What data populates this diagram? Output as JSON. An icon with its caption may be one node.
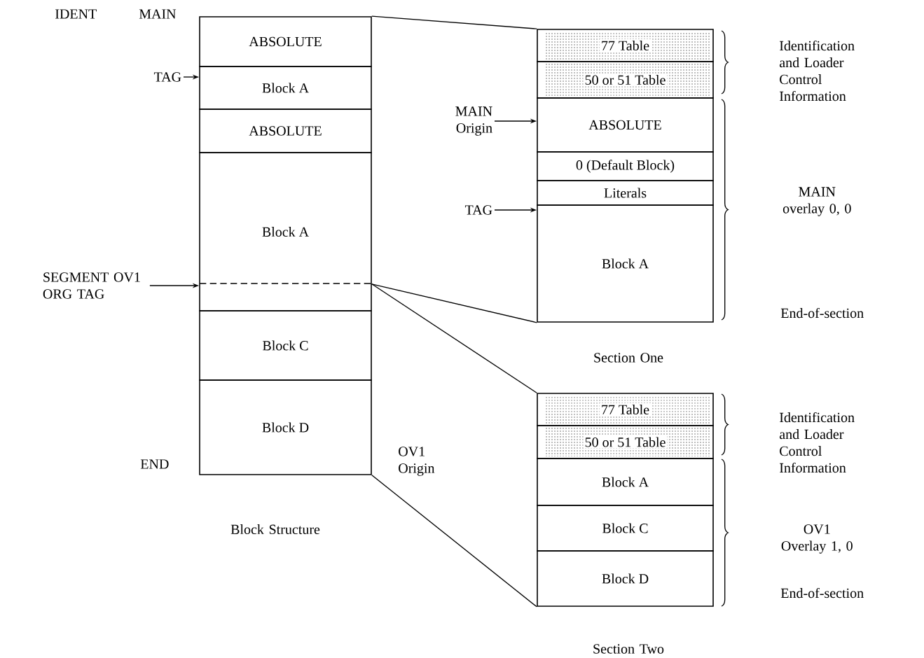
{
  "diagram": {
    "nodes": [
      {
        "text": [
          "ABSOLUTE"
        ]
      },
      {
        "text": [
          "Block A"
        ]
      },
      {
        "text": [
          "ABSOLUTE"
        ]
      },
      {
        "text": [
          "Block A"
        ]
      },
      {
        "text": [
          "Block C"
        ]
      },
      {
        "text": [
          "Block D"
        ]
      },
      {
        "text": [
          "TAG"
        ]
      },
      {
        "text": [
          "SEGMENT OV1 ORG TAG"
        ]
      },
      {
        "text": [
          "77 Table"
        ]
      },
      {
        "text": [
          "50 or 51 Table"
        ]
      },
      {
        "text": [
          "ABSOLUTE"
        ]
      },
      {
        "text": [
          "0 (Default Block)"
        ]
      },
      {
        "text": [
          "Literals"
        ]
      },
      {
        "text": [
          "Block A"
        ]
      },
      {
        "text": [
          "MAIN Origin"
        ]
      },
      {
        "text": [
          "TAG"
        ]
      },
      {
        "text": [
          "77 Table"
        ]
      },
      {
        "text": [
          "50 or 51 Table"
        ]
      },
      {
        "text": [
          "Block A"
        ]
      },
      {
        "text": [
          "Block C"
        ]
      },
      {
        "text": [
          "Block D"
        ]
      }
    ],
    "edges": [
      {
        "from": 6,
        "to": 1,
        "arrow": "to"
      },
      {
        "from": 7,
        "to": 3,
        "arrow": "to"
      },
      {
        "from": 14,
        "to": 10,
        "arrow": "to"
      },
      {
        "from": 15,
        "to": 13,
        "arrow": "to"
      },
      {
        "from": 0,
        "to": 8,
        "arrow": "none"
      },
      {
        "from": 3,
        "to": 13,
        "arrow": "none"
      },
      {
        "from": 3,
        "to": 16,
        "arrow": "none"
      },
      {
        "from": 5,
        "to": 20,
        "arrow": "none"
      }
    ],
    "labels": [
      "IDENT",
      "MAIN",
      "Identification and Loader Control Information",
      "MAIN overlay 0, 0",
      "End-of-section",
      "Section One",
      "OV1 Origin",
      "END",
      "Block Structure",
      "Identification and Loader Control Information",
      "OV1 Overlay 1, 0",
      "End-of-section",
      "Section Two"
    ]
  }
}
